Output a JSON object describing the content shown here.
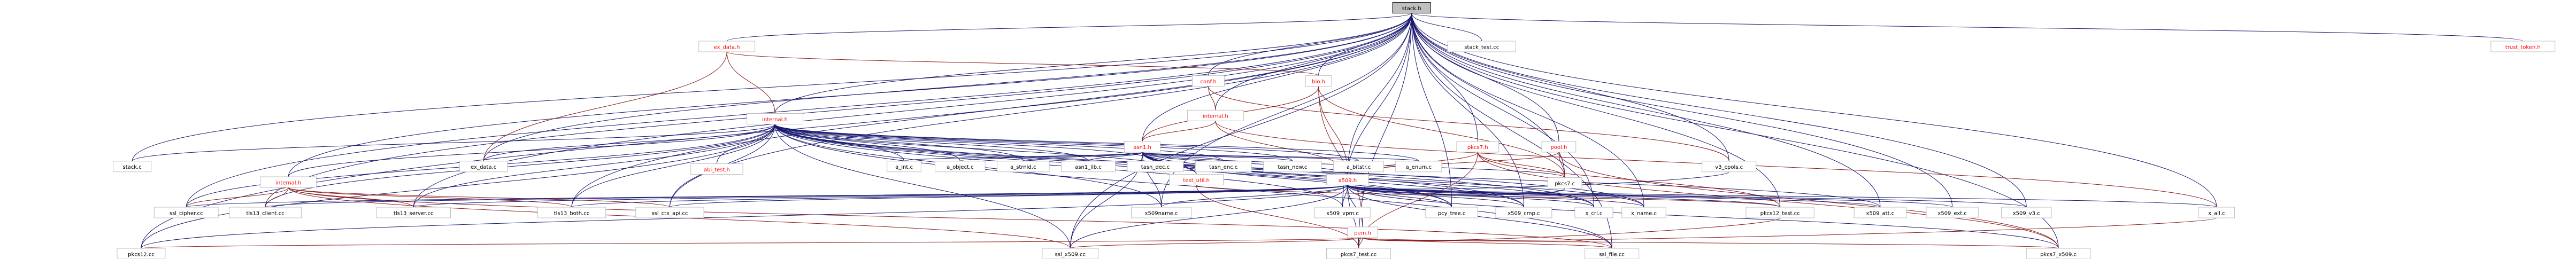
{
  "graph": {
    "root": "stack.h",
    "nodes": [
      {
        "id": "stack_h",
        "label": "stack.h",
        "root": true
      },
      {
        "id": "ex_data_h",
        "label": "ex_data.h",
        "red": true
      },
      {
        "id": "stack_test",
        "label": "stack_test.cc"
      },
      {
        "id": "conf_h",
        "label": "conf.h",
        "red": true
      },
      {
        "id": "bio_h",
        "label": "bio.h",
        "red": true
      },
      {
        "id": "trust_token_h",
        "label": "trust_token.h",
        "red": true
      },
      {
        "id": "internal_h_a",
        "label": "internal.h",
        "red": true
      },
      {
        "id": "internal_h_b",
        "label": "internal.h",
        "red": true
      },
      {
        "id": "asn1_h",
        "label": "asn1.h",
        "red": true
      },
      {
        "id": "pkcs7_h",
        "label": "pkcs7.h",
        "red": true
      },
      {
        "id": "pool_h",
        "label": "pool.h",
        "red": true
      },
      {
        "id": "stack_c",
        "label": "stack.c"
      },
      {
        "id": "ex_data_c",
        "label": "ex_data.c"
      },
      {
        "id": "a_int_c",
        "label": "a_int.c"
      },
      {
        "id": "a_object_c",
        "label": "a_object.c"
      },
      {
        "id": "a_strnid_c",
        "label": "a_strnid.c"
      },
      {
        "id": "asn1_lib_c",
        "label": "asn1_lib.c"
      },
      {
        "id": "tasn_dec_c",
        "label": "tasn_dec.c"
      },
      {
        "id": "tasn_enc_c",
        "label": "tasn_enc.c"
      },
      {
        "id": "tasn_new_c",
        "label": "tasn_new.c"
      },
      {
        "id": "a_bitstr_c",
        "label": "a_bitstr.c"
      },
      {
        "id": "a_enum_c",
        "label": "a_enum.c"
      },
      {
        "id": "v3_cpols_c",
        "label": "v3_cpols.c"
      },
      {
        "id": "x509_h",
        "label": "x509.h",
        "red": true
      },
      {
        "id": "pkcs7_c",
        "label": "pkcs7.c"
      },
      {
        "id": "internal_h_c",
        "label": "internal.h",
        "red": true
      },
      {
        "id": "ssl_cipher_cc",
        "label": "ssl_cipher.cc"
      },
      {
        "id": "tls13_client_cc",
        "label": "tls13_client.cc"
      },
      {
        "id": "tls13_server_cc",
        "label": "tls13_server.cc"
      },
      {
        "id": "tls13_both_cc",
        "label": "tls13_both.cc"
      },
      {
        "id": "ssl_ctx_api_cc",
        "label": "ssl_ctx_api.cc"
      },
      {
        "id": "abi_test_h",
        "label": "abi_test.h",
        "red": true
      },
      {
        "id": "test_util_h",
        "label": "test_util.h",
        "red": true
      },
      {
        "id": "x509name_c",
        "label": "x509name.c"
      },
      {
        "id": "x509_vpm_c",
        "label": "x509_vpm.c"
      },
      {
        "id": "pcy_tree_c",
        "label": "pcy_tree.c"
      },
      {
        "id": "x509_cmp_c",
        "label": "x509_cmp.c"
      },
      {
        "id": "x_crl_c",
        "label": "x_crl.c"
      },
      {
        "id": "x_name_c",
        "label": "x_name.c"
      },
      {
        "id": "pem_h",
        "label": "pem.h",
        "red": true
      },
      {
        "id": "pkcs12_test_cc",
        "label": "pkcs12_test.cc"
      },
      {
        "id": "x509_att_c",
        "label": "x509_att.c"
      },
      {
        "id": "x509_ext_c",
        "label": "x509_ext.c"
      },
      {
        "id": "x509_v3_c",
        "label": "x509_v3.c"
      },
      {
        "id": "x_all_c",
        "label": "x_all.c"
      },
      {
        "id": "pkcs12_cc",
        "label": "pkcs12.cc"
      },
      {
        "id": "ssl_x509_cc",
        "label": "ssl_x509.cc"
      },
      {
        "id": "pkcs7_test_cc",
        "label": "pkcs7_test.cc"
      },
      {
        "id": "ssl_file_cc",
        "label": "ssl_file.cc"
      },
      {
        "id": "pkcs7_x509_c",
        "label": "pkcs7_x509.c"
      }
    ]
  }
}
